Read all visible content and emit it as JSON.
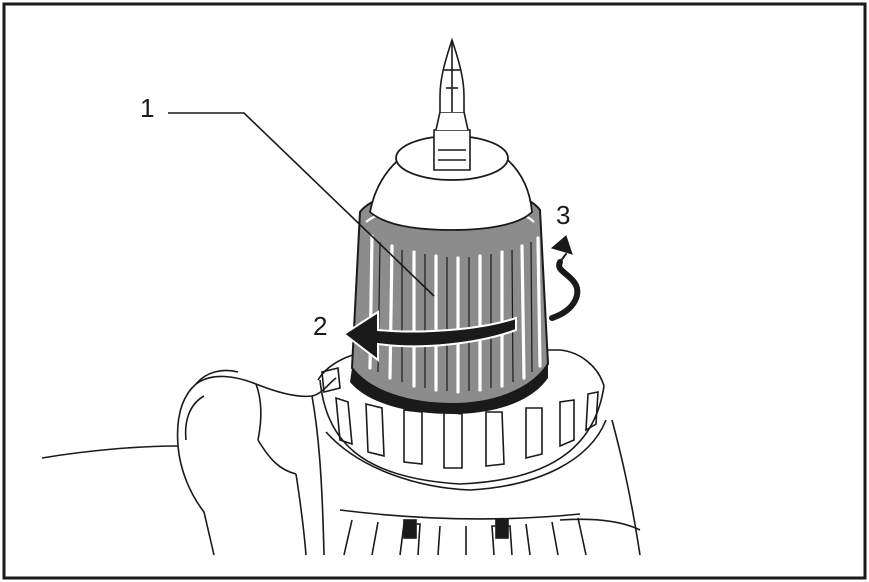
{
  "callouts": {
    "one": "1",
    "two": "2",
    "three": "3"
  },
  "colors": {
    "line": "#1a1a1a",
    "sleeve_fill": "#8c8c8c",
    "sleeve_ribs": "#ffffff",
    "background": "#ffffff"
  }
}
